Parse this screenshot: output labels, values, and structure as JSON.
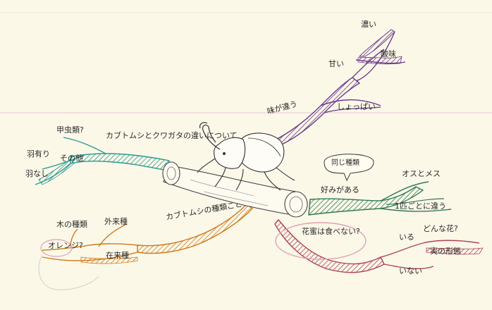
{
  "mindmap": {
    "beetle_note": "カブトムシとクワガタの違いについて",
    "branches": {
      "taste": {
        "label": "味が違う",
        "sub": [
          "甘い",
          "濃い",
          "酸味",
          "しょっぱい"
        ]
      },
      "preference": {
        "label": "好みがある",
        "bubble": "同じ種類",
        "sub": [
          "オスとメス",
          "1匹ごとに違う"
        ]
      },
      "flower": {
        "label": "花蜜は食べない?",
        "sub": [
          "いる",
          "いない",
          "どんな花?",
          "実の形態"
        ]
      },
      "species": {
        "label": "カブトムシの種類ごと",
        "sub": [
          "外来種",
          "在来種",
          "木の種類",
          "オレンジ?"
        ]
      },
      "other": {
        "label": "その他",
        "sub": [
          "甲虫類?",
          "羽有り",
          "羽なし"
        ]
      }
    }
  },
  "colors": {
    "paper": "#fbf8e8",
    "taste": "#6b3a8c",
    "preference": "#2f7a55",
    "flower": "#b0405a",
    "species": "#cf7a1e",
    "other": "#2a9a93"
  }
}
